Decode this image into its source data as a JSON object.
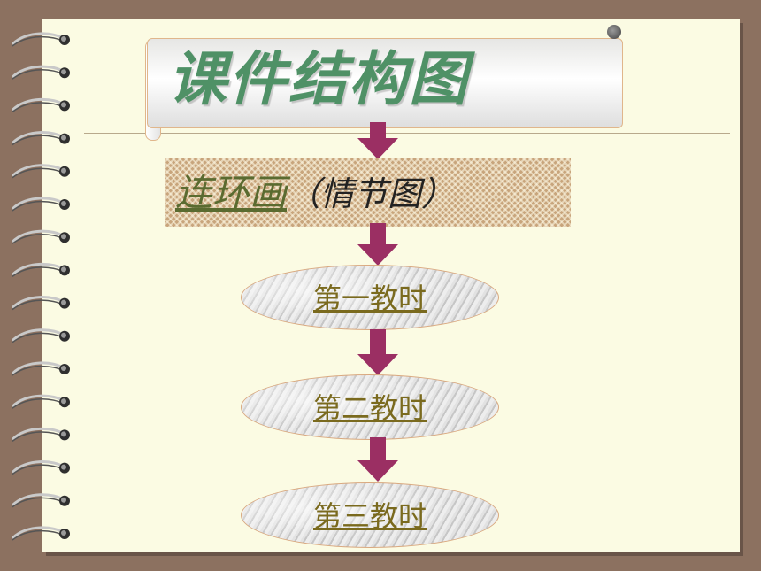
{
  "title": "课件结构图",
  "main_box": {
    "link_text": "连环画",
    "rest_text": "（情节图）"
  },
  "lessons": [
    {
      "label": "第一教时"
    },
    {
      "label": "第二教时"
    },
    {
      "label": "第三教时"
    }
  ],
  "colors": {
    "background": "#8c7160",
    "page": "#fbfbe3",
    "title": "#4f9166",
    "arrow": "#9b2f63",
    "link": "#7a6a1e"
  }
}
